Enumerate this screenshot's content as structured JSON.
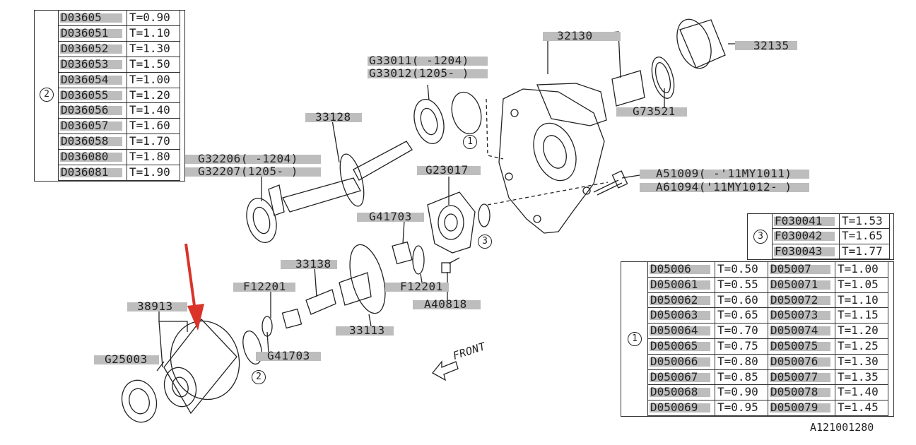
{
  "table_2": {
    "marker": "2",
    "rows": [
      [
        "D03605",
        "T=0.90"
      ],
      [
        "D036051",
        "T=1.10"
      ],
      [
        "D036052",
        "T=1.30"
      ],
      [
        "D036053",
        "T=1.50"
      ],
      [
        "D036054",
        "T=1.00"
      ],
      [
        "D036055",
        "T=1.20"
      ],
      [
        "D036056",
        "T=1.40"
      ],
      [
        "D036057",
        "T=1.60"
      ],
      [
        "D036058",
        "T=1.70"
      ],
      [
        "D036080",
        "T=1.80"
      ],
      [
        "D036081",
        "T=1.90"
      ]
    ]
  },
  "table_3": {
    "marker": "3",
    "rows": [
      [
        "F030041",
        "T=1.53"
      ],
      [
        "F030042",
        "T=1.65"
      ],
      [
        "F030043",
        "T=1.77"
      ]
    ]
  },
  "table_1": {
    "marker": "1",
    "rows": [
      [
        "D05006",
        "T=0.50",
        "D05007",
        "T=1.00"
      ],
      [
        "D050061",
        "T=0.55",
        "D050071",
        "T=1.05"
      ],
      [
        "D050062",
        "T=0.60",
        "D050072",
        "T=1.10"
      ],
      [
        "D050063",
        "T=0.65",
        "D050073",
        "T=1.15"
      ],
      [
        "D050064",
        "T=0.70",
        "D050074",
        "T=1.20"
      ],
      [
        "D050065",
        "T=0.75",
        "D050075",
        "T=1.25"
      ],
      [
        "D050066",
        "T=0.80",
        "D050076",
        "T=1.30"
      ],
      [
        "D050067",
        "T=0.85",
        "D050077",
        "T=1.35"
      ],
      [
        "D050068",
        "T=0.90",
        "D050078",
        "T=1.40"
      ],
      [
        "D050069",
        "T=0.95",
        "D050079",
        "T=1.45"
      ]
    ]
  },
  "labels": {
    "p32130": "32130",
    "p32135": "32135",
    "g33011": "G33011( -1204)",
    "g33012": "G33012(1205- )",
    "p33128": "33128",
    "g73521": "G73521",
    "g32206": "G32206( -1204)",
    "g32207": "G32207(1205- )",
    "g23017": "G23017",
    "a51009": "A51009( -'11MY1011)",
    "a61094": "A61094('11MY1012- )",
    "g41703a": "G41703",
    "p33138": "33138",
    "f12201a": "F12201",
    "f12201b": "F12201",
    "a40818": "A40818",
    "p38913": "38913",
    "p33113": "33113",
    "g25003": "G25003",
    "g41703b": "G41703",
    "front": "FRONT",
    "ref": "A121001280"
  },
  "callouts": {
    "c1": "1",
    "c2": "2",
    "c3": "3"
  },
  "colors": {
    "arrow": "#d9332a",
    "highlight": "#bdbdbd",
    "line": "#222222"
  }
}
